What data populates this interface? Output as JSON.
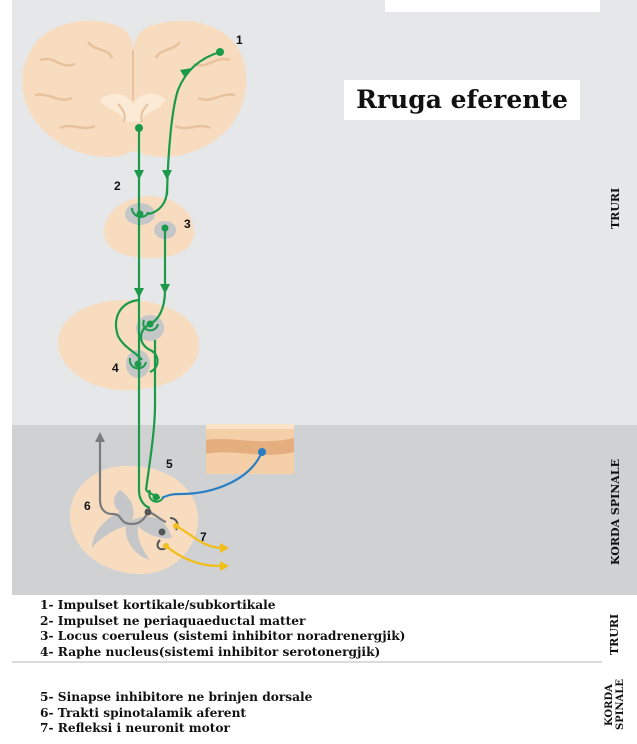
{
  "title": "Rruga eferente",
  "side_labels": {
    "brain": "TRURI",
    "spinal": "KORDA SPINALE",
    "legend_brain": "TRURI",
    "legend_spinal_1": "KORDA",
    "legend_spinal_2": "SPINALE"
  },
  "markers": [
    "1",
    "2",
    "3",
    "4",
    "5",
    "6",
    "7"
  ],
  "legend_brain_items": [
    "1- Impulset kortikale/subkortikale",
    "2- Impulset ne periaquaeductal matter",
    "3- Locus coeruleus (sistemi inhibitor noradrenergjik)",
    "4- Raphe nucleus(sistemi inhibitor serotonergjik)"
  ],
  "legend_spinal_items": [
    "5- Sinapse inhibitore ne brinjen dorsale",
    "6- Trakti spinotalamik aferent",
    "7- Refleksi i neuronit motor"
  ],
  "colors": {
    "brain_bg": "#e6e7e8",
    "spinal_bg": "#d0d1d2",
    "tissue": "#f7dcc0",
    "tissue_light": "#fbead6",
    "green_path": "#1a9a4a",
    "blue_path": "#2a7fc4",
    "gray_path": "#7a7b7e",
    "yellow_path": "#f2be1a"
  }
}
